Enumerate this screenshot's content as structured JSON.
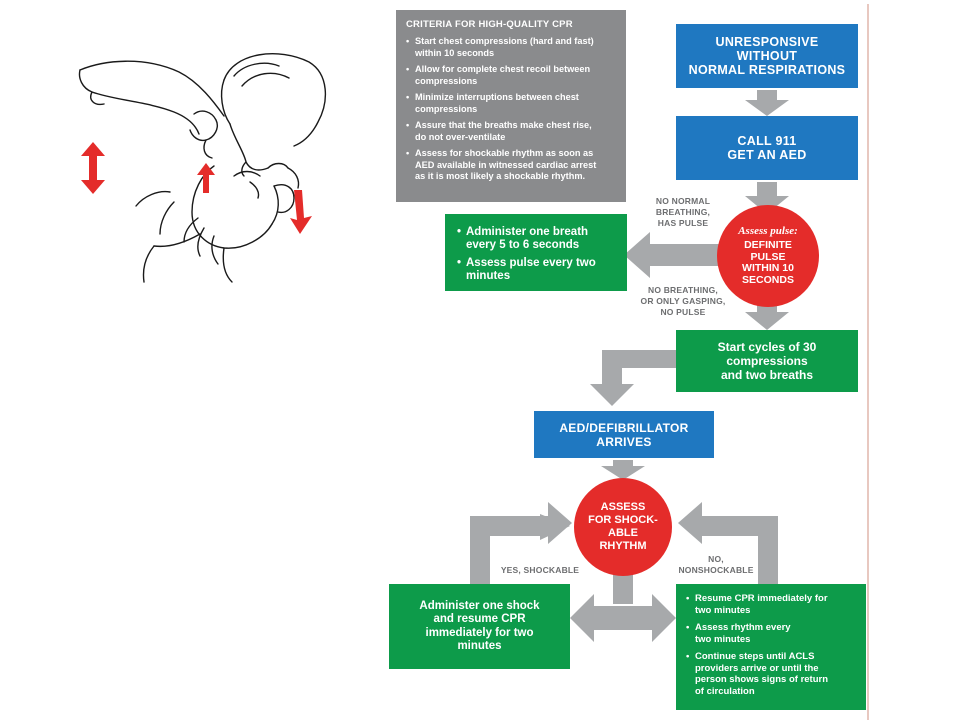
{
  "criteria": {
    "title": "CRITERIA FOR HIGH-QUALITY CPR",
    "items": [
      {
        "lines": [
          "Start chest compressions (hard and fast)",
          "within 10 seconds"
        ]
      },
      {
        "lines": [
          "Allow for complete chest recoil between",
          "compressions"
        ]
      },
      {
        "lines": [
          "Minimize interruptions between chest",
          "compressions"
        ]
      },
      {
        "lines": [
          "Assure that the breaths make chest rise,",
          "do not over-ventilate"
        ]
      },
      {
        "lines": [
          "Assess for shockable rhythm as soon as",
          "AED available in witnessed cardiac arrest",
          "as it is most likely a shockable rhythm."
        ]
      }
    ]
  },
  "unresponsive": {
    "lines": [
      "UNRESPONSIVE",
      "WITHOUT",
      "NORMAL RESPIRATIONS"
    ]
  },
  "call911": {
    "lines": [
      "CALL 911",
      "GET AN AED"
    ]
  },
  "assess_pulse": {
    "title": "Assess pulse:",
    "lines": [
      "DEFINITE",
      "PULSE",
      "WITHIN 10",
      "SECONDS"
    ]
  },
  "label_pulse_yes": {
    "lines": [
      "NO NORMAL",
      "BREATHING,",
      "HAS PULSE"
    ]
  },
  "label_pulse_no": {
    "lines": [
      "NO BREATHING,",
      "OR ONLY GASPING,",
      "NO PULSE"
    ]
  },
  "breath_box": {
    "items": [
      {
        "lines": [
          "Administer one breath",
          "every 5 to 6 seconds"
        ]
      },
      {
        "lines": [
          "Assess pulse every two",
          "minutes"
        ]
      }
    ]
  },
  "cycles": {
    "lines": [
      "Start cycles of 30",
      "compressions",
      "and two breaths"
    ]
  },
  "aed_arrives": {
    "lines": [
      "AED/DEFIBRILLATOR",
      "ARRIVES"
    ]
  },
  "assess_rhythm": {
    "lines": [
      "ASSESS",
      "FOR SHOCK-",
      "ABLE",
      "RHYTHM"
    ]
  },
  "label_shockable": {
    "lines": [
      "YES, SHOCKABLE"
    ]
  },
  "label_nonshockable": {
    "lines": [
      "NO,",
      "NONSHOCKABLE"
    ]
  },
  "shock_box": {
    "lines": [
      "Administer one shock",
      "and resume CPR",
      "immediately for two",
      "minutes"
    ]
  },
  "resume_box": {
    "items": [
      {
        "lines": [
          "Resume CPR immediately for",
          "two minutes"
        ]
      },
      {
        "lines": [
          "Assess rhythm every",
          "two minutes"
        ]
      },
      {
        "lines": [
          "Continue steps until ACLS",
          "providers arrive or until the",
          "person shows signs of return",
          "of circulation"
        ]
      }
    ]
  },
  "colors": {
    "blue": "#1f78c1",
    "green": "#0d9b4a",
    "red": "#e42c2a",
    "gray": "#8a8b8d",
    "arrow": "#a7a9ab"
  }
}
